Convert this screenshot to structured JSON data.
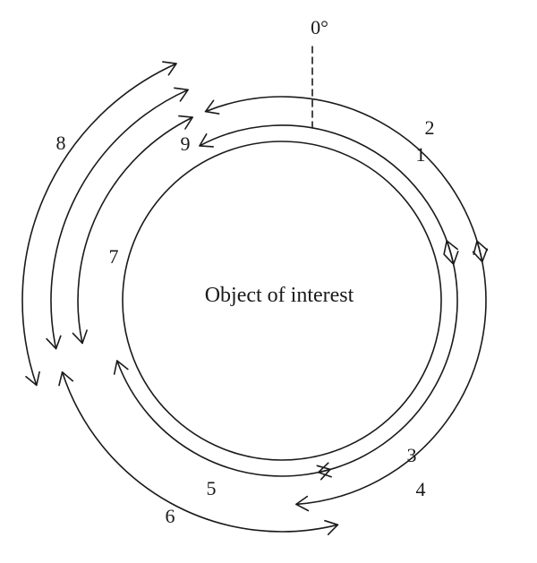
{
  "diagram": {
    "center_label": "Object of interest",
    "angle_label": "0°",
    "colors": {
      "stroke": "#1a1a1a",
      "background": "#ffffff"
    },
    "arcs": [
      {
        "label": "1"
      },
      {
        "label": "2"
      },
      {
        "label": "3"
      },
      {
        "label": "4"
      },
      {
        "label": "5"
      },
      {
        "label": "6"
      },
      {
        "label": "7"
      },
      {
        "label": "8"
      },
      {
        "label": "9"
      }
    ]
  }
}
